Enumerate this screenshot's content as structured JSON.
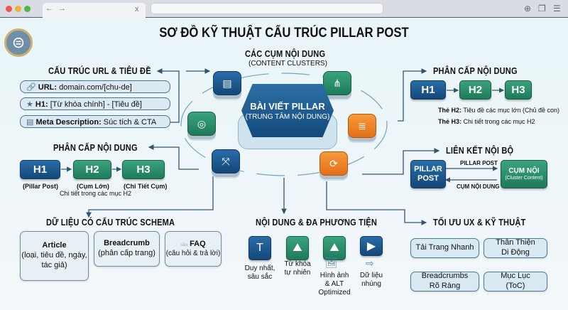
{
  "browser": {
    "tab_close": "x",
    "icons": [
      "globe-icon",
      "copy-icon",
      "menu-icon"
    ]
  },
  "title": "SƠ ĐỒ KỸ THUẬT CẤU TRÚC PILLAR POST",
  "url_section": {
    "heading": "CẤU TRÚC URL & TIÊU ĐỀ",
    "items": [
      {
        "icon": "link-icon",
        "label": "URL:",
        "value": " domain.com/[chu-de]"
      },
      {
        "icon": "star-icon",
        "label": "H1:",
        "value": " [Từ khóa chính] - [Tiêu đề]"
      },
      {
        "icon": "document-icon",
        "label": "Meta Description:",
        "value": " Súc tích & CTA"
      }
    ]
  },
  "hierarchy_left": {
    "heading": "PHÂN CẤP NỘI DUNG",
    "boxes": [
      "H1",
      "H2",
      "H3"
    ],
    "labels": [
      "(Pillar Post)",
      "(Cụm Lớn)",
      "(Chi Tiết Cụm)"
    ],
    "note": "Chi tiết trong các mục H2"
  },
  "center": {
    "heading": "CÁC CỤM NỘI DUNG",
    "subheading": "(CONTENT CLUSTERS)",
    "hub_title": "BÀI VIẾT PILLAR",
    "hub_subtitle": "(TRUNG TÂM NỘI DUNG)"
  },
  "hierarchy_right": {
    "heading": "PHÂN CẤP NỘI DUNG",
    "boxes": [
      "H1",
      "H2",
      "H3"
    ],
    "notes": [
      {
        "label": "Thẻ H2:",
        "text": " Tiêu đề các mục lớn (Chủ đề con)"
      },
      {
        "label": "Thẻ H3:",
        "text": " Chi tiết trong các mục H2"
      }
    ]
  },
  "internal_links": {
    "heading": "LIÊN KẾT NỘI BỘ",
    "pillar_line1": "PILLAR",
    "pillar_line2": "POST",
    "cluster_line1": "CỤM NỘI",
    "cluster_line2": "(Cluster Content)",
    "arrow_top": "PILLAR POST",
    "arrow_bottom": "CỤM NỘI DUNG"
  },
  "schema": {
    "heading": "DỮ LIỆU CÓ CẤU TRÚC SCHEMA",
    "boxes": [
      {
        "title": "Article",
        "desc": "(loại, tiêu đề, ngày, tác giả)"
      },
      {
        "title": "Breadcrumb",
        "desc": "(phân cấp trang)"
      },
      {
        "title": "FAQ",
        "desc": "(câu hỏi & trả lời)",
        "faint": "sâu"
      }
    ]
  },
  "media": {
    "heading": "NỘI DUNG & ĐA PHƯƠNG TIỆN",
    "items": [
      {
        "icon": "text-document-icon",
        "label": "Duy nhất,\nsâu sắc"
      },
      {
        "icon": "image-icon",
        "label": "Từ khóa\ntự nhiên"
      },
      {
        "icon": "image-icon",
        "label": "Hình ảnh\n& ALT\nOptimized"
      },
      {
        "icon": "video-icon",
        "label": "Dữ liệu\nnhúng"
      }
    ]
  },
  "ux": {
    "heading": "TỐI ƯU UX & KỸ THUẬT",
    "items": [
      "Tải Trang Nhanh",
      "Thân Thiện\nDi Động",
      "Breadcrumbs\nRõ Ràng",
      "Mục Lục\n(ToC)"
    ]
  },
  "colors": {
    "blue": "#1c5a92",
    "green": "#2a8f6b",
    "orange": "#ee8228",
    "line": "#33566e"
  }
}
